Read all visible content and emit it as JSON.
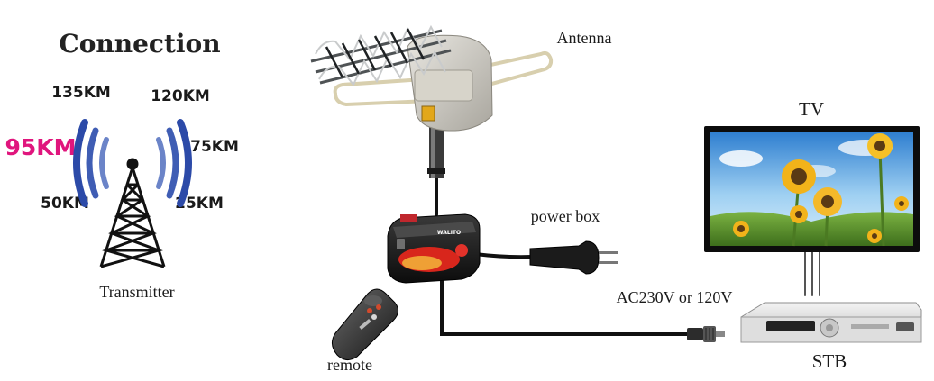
{
  "title": "Connection",
  "ranges": {
    "r135": "135KM",
    "r120": "120KM",
    "r95": "95KM",
    "r75": "75KM",
    "r50": "50KM",
    "r25": "25KM"
  },
  "labels": {
    "transmitter": "Transmitter",
    "antenna": "Antenna",
    "power_box": "power box",
    "remote": "remote",
    "voltage": "AC230V or 120V",
    "tv": "TV",
    "stb": "STB"
  },
  "device_brand": "WALITO",
  "colors": {
    "accent": "#e0157d",
    "signal_blue": "#2c4aa8",
    "cable": "#111111",
    "box_red": "#d8261c"
  }
}
